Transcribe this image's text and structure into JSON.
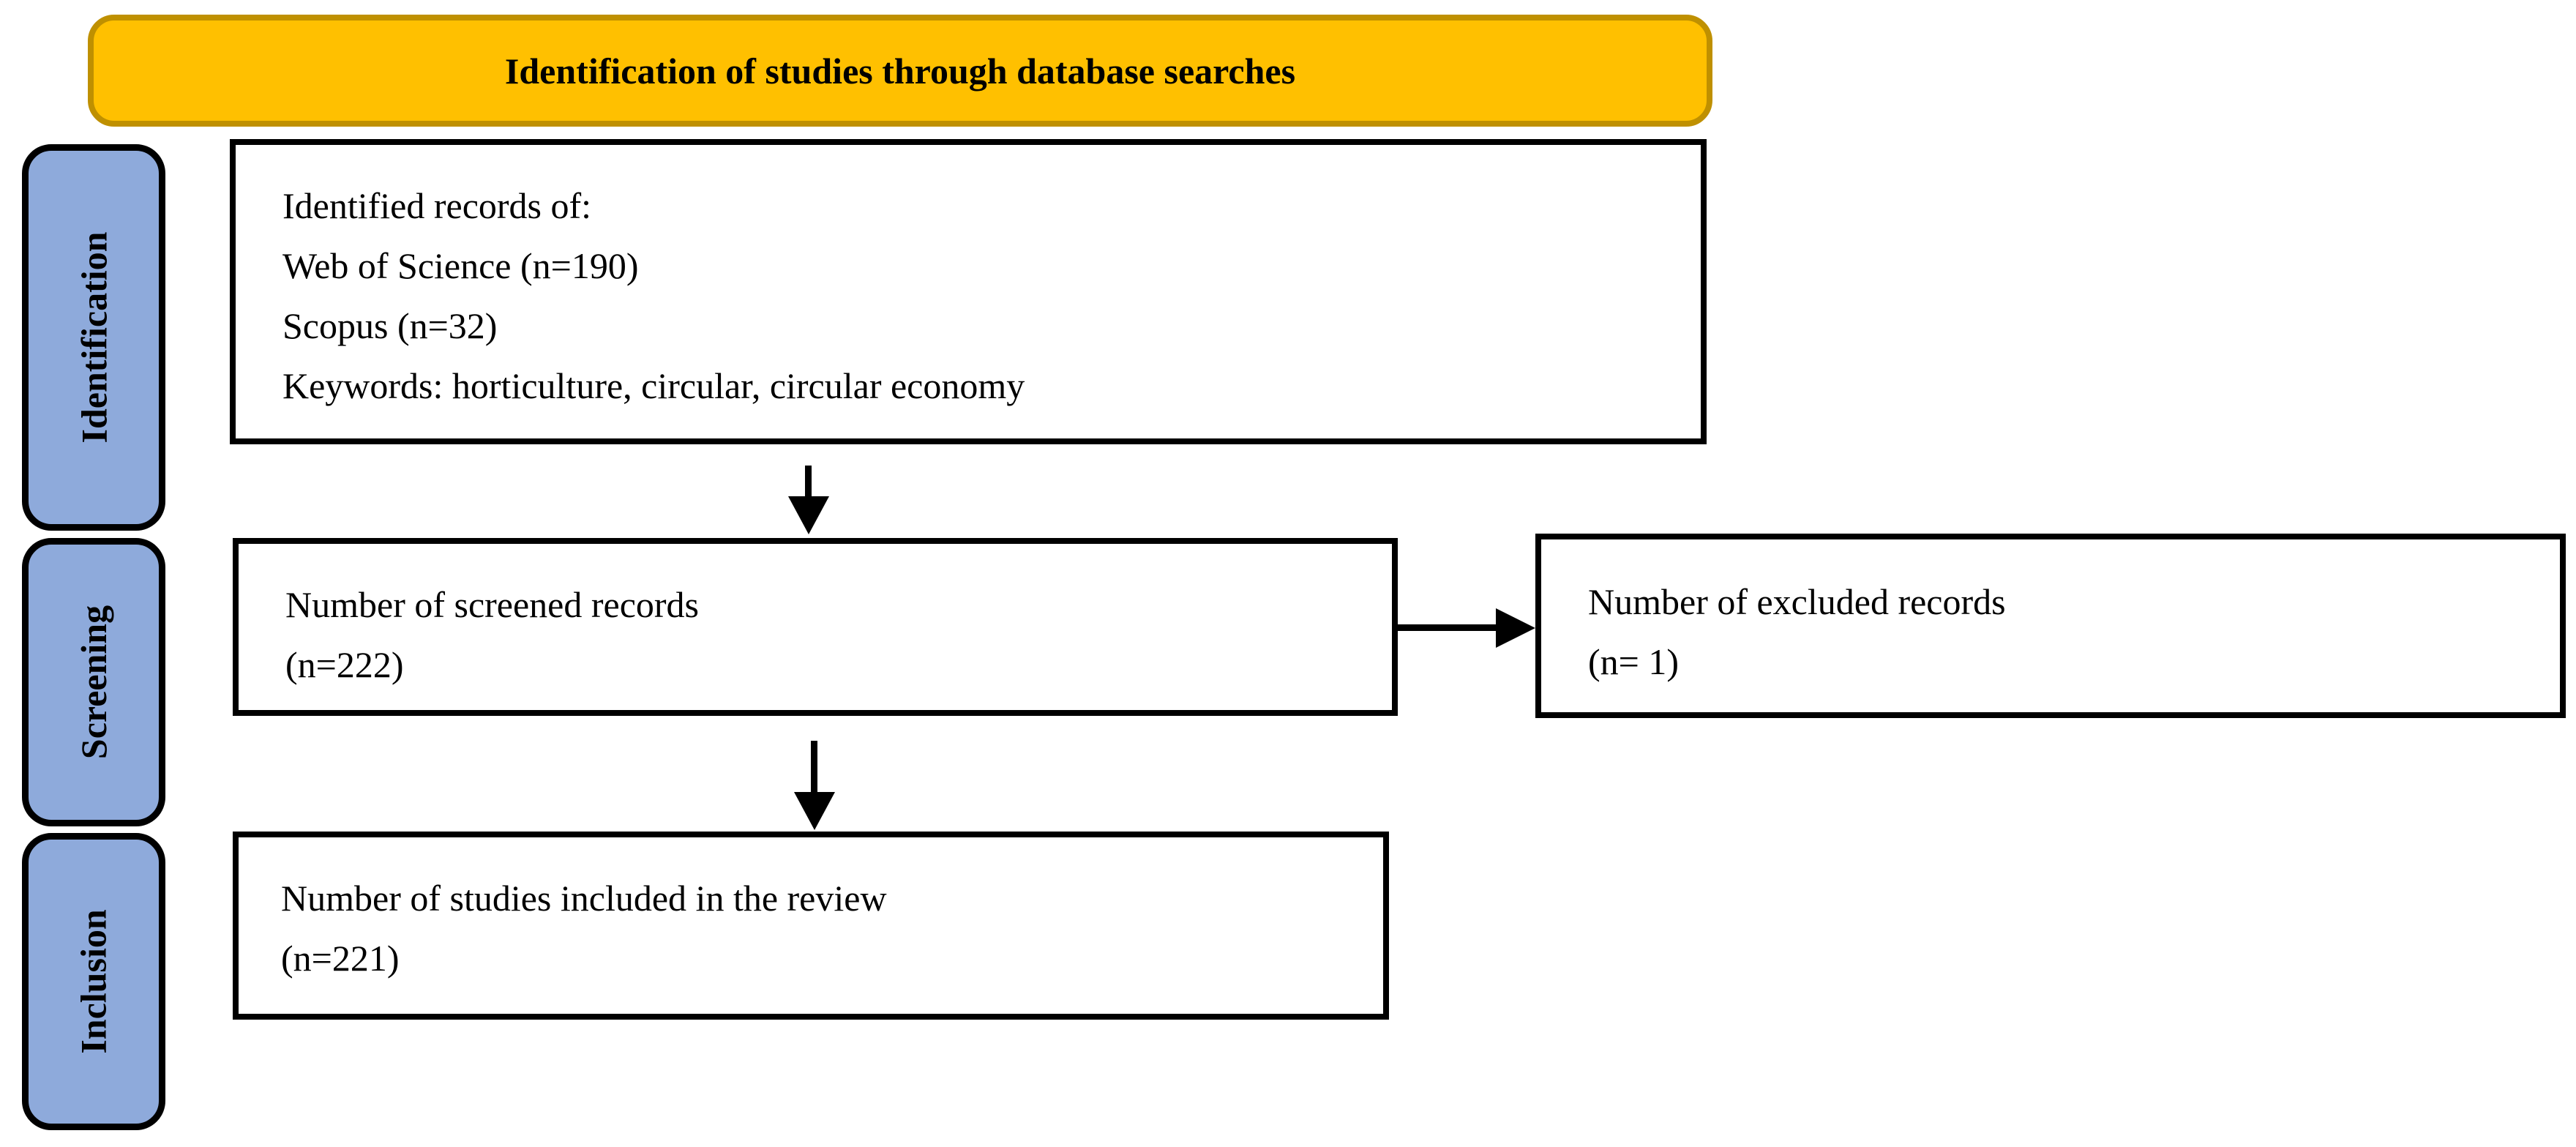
{
  "banner": {
    "title": "Identification of studies through database searches"
  },
  "stages": [
    {
      "label": "Identification"
    },
    {
      "label": "Screening"
    },
    {
      "label": "Inclusion"
    }
  ],
  "boxes": {
    "identified": {
      "lines": [
        "Identified records of:",
        "Web of Science (n=190)",
        "Scopus (n=32)",
        "Keywords: horticulture, circular, circular economy"
      ]
    },
    "screened": {
      "lines": [
        "Number of screened records",
        "(n=222)"
      ]
    },
    "excluded": {
      "lines": [
        "Number of excluded records",
        "(n= 1)"
      ]
    },
    "included": {
      "lines": [
        "Number of studies included in the review",
        "(n=221)"
      ]
    }
  },
  "arrows": [
    {
      "name": "arrow-identified-to-screened",
      "direction": "down"
    },
    {
      "name": "arrow-screened-to-excluded",
      "direction": "right"
    },
    {
      "name": "arrow-screened-to-included",
      "direction": "down"
    }
  ],
  "colors": {
    "banner_fill": "#FFC000",
    "banner_border": "#BF9000",
    "stage_fill": "#8EAADB",
    "stage_border": "#000000",
    "box_border": "#000000",
    "arrow": "#000000",
    "text": "#000000",
    "background": "#FFFFFF"
  }
}
